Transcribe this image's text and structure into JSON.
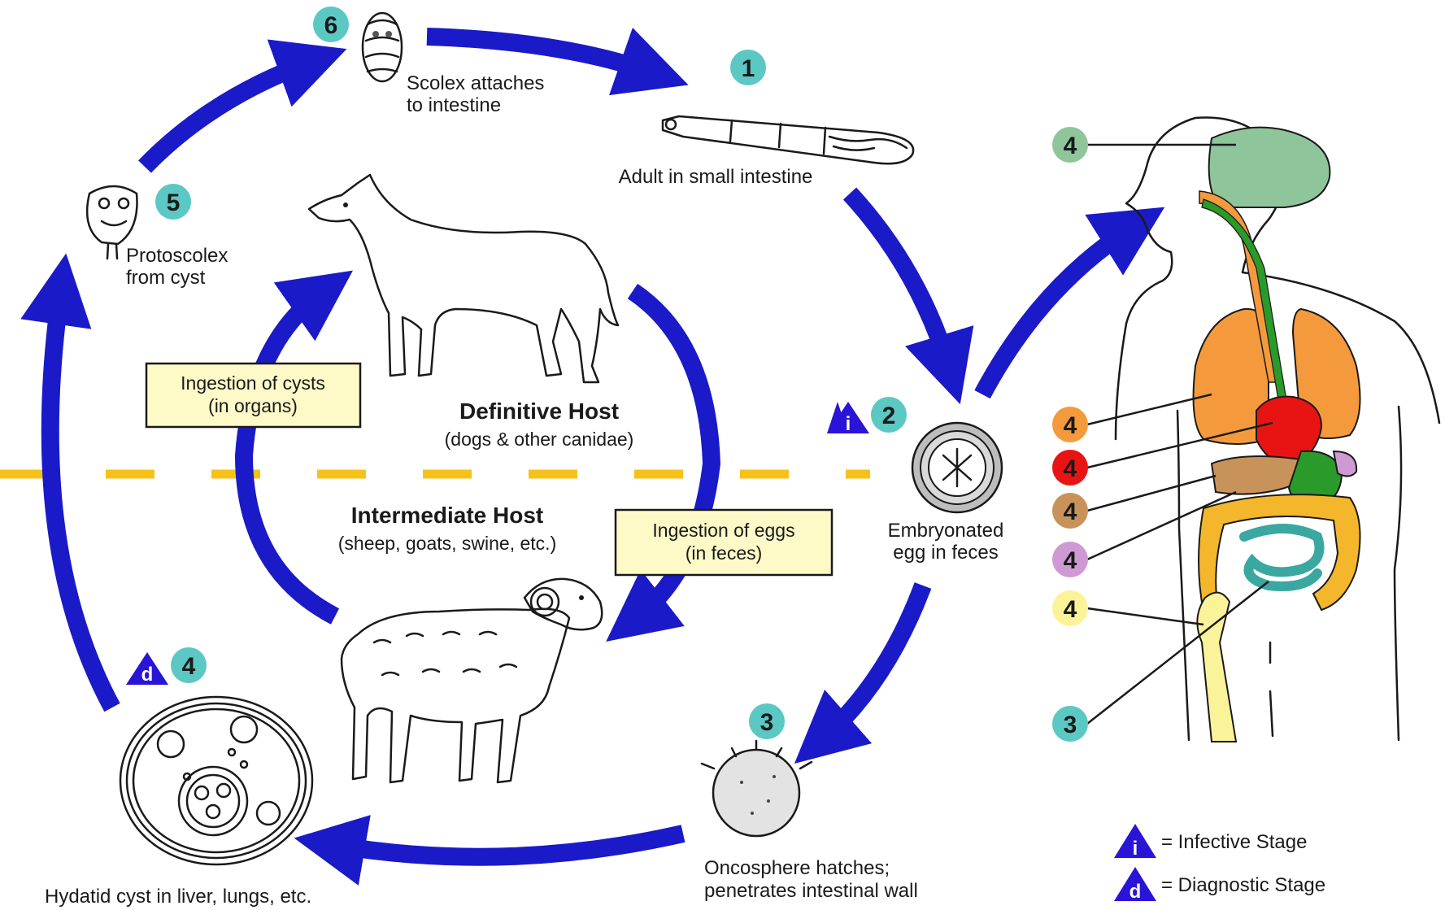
{
  "stages": {
    "s1": {
      "num": "1",
      "label_lines": [
        "Adult in small intestine"
      ]
    },
    "s2": {
      "num": "2",
      "label_lines": [
        "Embryonated",
        "egg in feces"
      ]
    },
    "s3": {
      "num": "3",
      "label_lines": [
        "Oncosphere hatches;",
        "penetrates intestinal wall"
      ]
    },
    "s4": {
      "num": "4",
      "label_lines": [
        "Hydatid cyst in liver, lungs, etc."
      ]
    },
    "s5": {
      "num": "5",
      "label_lines": [
        "Protoscolex",
        "from cyst"
      ]
    },
    "s6": {
      "num": "6",
      "label_lines": [
        "Scolex attaches",
        "to intestine"
      ]
    }
  },
  "hosts": {
    "definitive": {
      "title": "Definitive Host",
      "subtitle": "(dogs & other canidae)"
    },
    "intermediate": {
      "title": "Intermediate Host",
      "subtitle": "(sheep, goats, swine, etc.)"
    }
  },
  "boxes": {
    "cysts": {
      "line1": "Ingestion of cysts",
      "line2": "(in organs)"
    },
    "eggs": {
      "line1": "Ingestion of eggs",
      "line2": "(in feces)"
    }
  },
  "markers": {
    "infective_letter": "i",
    "diagnostic_letter": "d"
  },
  "human": {
    "badges": [
      {
        "num": "4",
        "organ": "brain",
        "color": "#8fc59a"
      },
      {
        "num": "4",
        "organ": "lungs",
        "color": "#f59a3c"
      },
      {
        "num": "4",
        "organ": "heart",
        "color": "#e81414"
      },
      {
        "num": "4",
        "organ": "liver",
        "color": "#c8935a"
      },
      {
        "num": "4",
        "organ": "spleen",
        "color": "#cf9ad3"
      },
      {
        "num": "4",
        "organ": "bone",
        "color": "#fbf39a"
      },
      {
        "num": "3",
        "organ": "intestine",
        "color": "#5cc8c4"
      }
    ]
  },
  "legend": {
    "infective": {
      "letter": "i",
      "text": "= Infective Stage"
    },
    "diagnostic": {
      "letter": "d",
      "text": "= Diagnostic Stage"
    }
  },
  "colors": {
    "arrow": "#1a1ac8",
    "badge": "#5cc8c4",
    "marker": "#2a14d8",
    "box_fill": "#fdfac8",
    "divider": "#f6c21a"
  }
}
